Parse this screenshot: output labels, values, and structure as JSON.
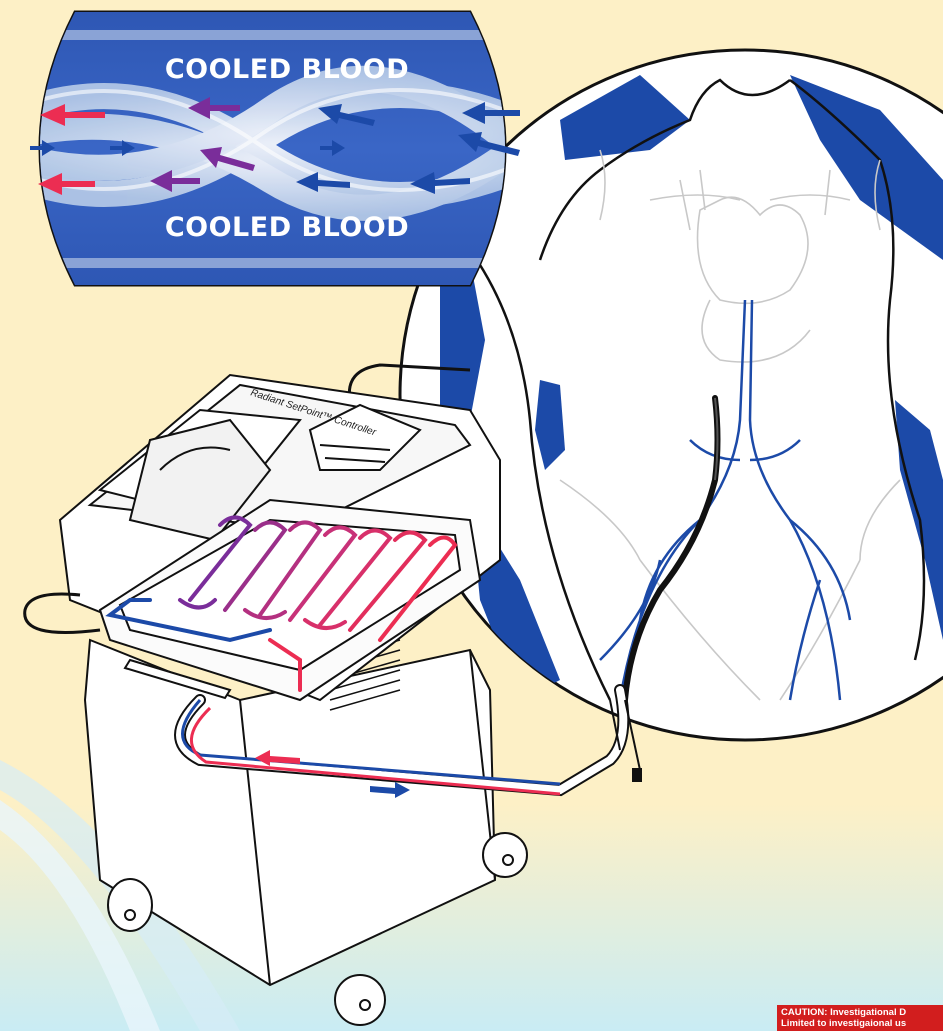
{
  "inset": {
    "label_top": "COOLED BLOOD",
    "label_bottom": "COOLED BLOOD"
  },
  "device": {
    "label": "Radiant SetPoint™ Controller"
  },
  "caution": {
    "line1": "CAUTION: Investigational D",
    "line2": "Limited to investigaional us"
  },
  "colors": {
    "background": "#fdf0c6",
    "blood_blue": "#1c4aa8",
    "warm_red": "#ec2d52",
    "purple": "#7a2d9a",
    "caution_red": "#d21e1e"
  }
}
